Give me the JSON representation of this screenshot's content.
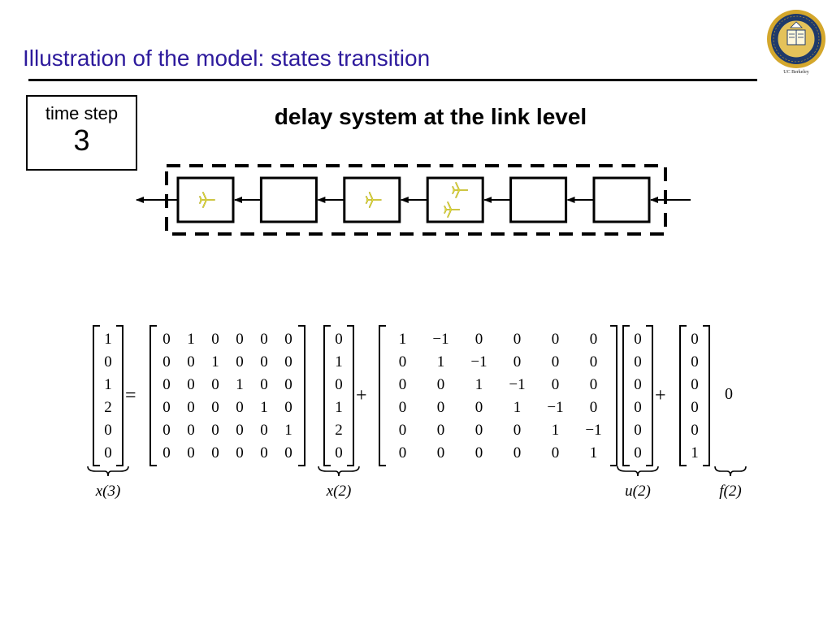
{
  "slide": {
    "title": "Illustration of the model: states transition",
    "logo_caption": "UC Berkeley",
    "logo_icon": "uc-seal-icon",
    "colors": {
      "title": "#2d1a9c",
      "aircraft": "#e8e23a",
      "logo_gold": "#d4a72c",
      "logo_blue": "#1f3a6b"
    }
  },
  "time_step": {
    "label": "time step",
    "value": "3"
  },
  "diagram": {
    "title": "delay system at the link level",
    "flow_direction": "right-to-left",
    "boxes": [
      {
        "aircraft": 1
      },
      {
        "aircraft": 0
      },
      {
        "aircraft": 1
      },
      {
        "aircraft": 2
      },
      {
        "aircraft": 0
      },
      {
        "aircraft": 0
      }
    ],
    "aircraft_icon": "airplane-icon"
  },
  "equation": {
    "lhs": {
      "vector": [
        "1",
        "0",
        "1",
        "2",
        "0",
        "0"
      ],
      "label": "x(3)"
    },
    "equals": "=",
    "A": [
      [
        "0",
        "1",
        "0",
        "0",
        "0",
        "0"
      ],
      [
        "0",
        "0",
        "1",
        "0",
        "0",
        "0"
      ],
      [
        "0",
        "0",
        "0",
        "1",
        "0",
        "0"
      ],
      [
        "0",
        "0",
        "0",
        "0",
        "1",
        "0"
      ],
      [
        "0",
        "0",
        "0",
        "0",
        "0",
        "1"
      ],
      [
        "0",
        "0",
        "0",
        "0",
        "0",
        "0"
      ]
    ],
    "x_prev": {
      "vector": [
        "0",
        "1",
        "0",
        "1",
        "2",
        "0"
      ],
      "label": "x(2)"
    },
    "plus1": "+",
    "B": [
      [
        "1",
        "−1",
        "0",
        "0",
        "0",
        "0"
      ],
      [
        "0",
        "1",
        "−1",
        "0",
        "0",
        "0"
      ],
      [
        "0",
        "0",
        "1",
        "−1",
        "0",
        "0"
      ],
      [
        "0",
        "0",
        "0",
        "1",
        "−1",
        "0"
      ],
      [
        "0",
        "0",
        "0",
        "0",
        "1",
        "−1"
      ],
      [
        "0",
        "0",
        "0",
        "0",
        "0",
        "1"
      ]
    ],
    "u": {
      "vector": [
        "0",
        "0",
        "0",
        "0",
        "0",
        "0"
      ],
      "label": "u(2)"
    },
    "plus2": "+",
    "e": [
      "0",
      "0",
      "0",
      "0",
      "0",
      "1"
    ],
    "f": {
      "value": "0",
      "label": "f(2)"
    }
  }
}
